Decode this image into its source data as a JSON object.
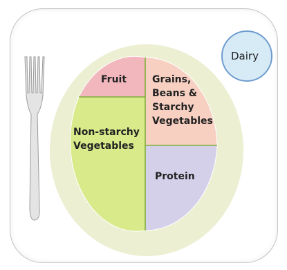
{
  "plate": {
    "sections": [
      {
        "id": "fruit",
        "lines": [
          "Fruit"
        ],
        "color": "#f2b7bd"
      },
      {
        "id": "grains",
        "lines": [
          "Grains,",
          "Beans &",
          "Starchy",
          "Vegetables"
        ],
        "color": "#f7d0c2"
      },
      {
        "id": "non-starchy",
        "lines": [
          "Non-starchy",
          "Vegetables"
        ],
        "color": "#d8ea8a"
      },
      {
        "id": "protein",
        "lines": [
          "Protein"
        ],
        "color": "#d4d0ea"
      }
    ],
    "rim_color": "#ecefd2"
  },
  "dairy": {
    "label": "Dairy",
    "color": "#d7ebf7"
  },
  "icons": [
    "fork-icon"
  ]
}
